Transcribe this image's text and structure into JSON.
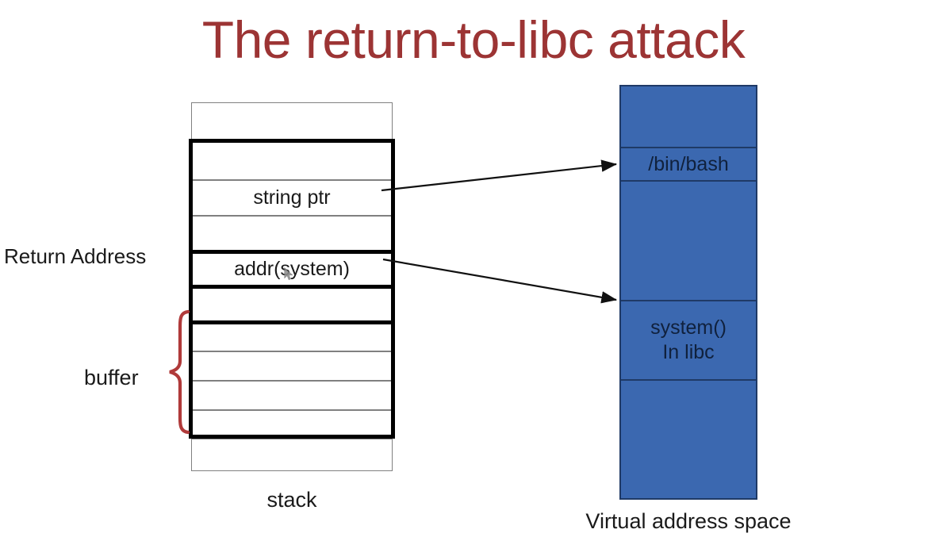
{
  "title": "The return-to-libc attack",
  "colors": {
    "title_red": "#9c3434",
    "brace_red": "#b03a3a",
    "vas_blue": "#3b68b0",
    "vas_border": "#1f3a66",
    "stack_thin_border": "#808080",
    "stack_thick_border": "#000000",
    "background": "#ffffff"
  },
  "stack": {
    "caption": "stack",
    "cells": [
      {
        "label": "",
        "name": "stack-cell-above-frame"
      },
      {
        "label": "",
        "name": "stack-cell-empty-1"
      },
      {
        "label": "string ptr",
        "name": "stack-cell-string-ptr"
      },
      {
        "label": "",
        "name": "stack-cell-empty-2"
      },
      {
        "label": "addr(system)",
        "name": "stack-cell-addr-system"
      },
      {
        "label": "",
        "name": "stack-cell-empty-3"
      },
      {
        "label": "",
        "name": "stack-cell-buffer-1"
      },
      {
        "label": "",
        "name": "stack-cell-buffer-2"
      },
      {
        "label": "",
        "name": "stack-cell-buffer-3"
      },
      {
        "label": "",
        "name": "stack-cell-buffer-4"
      },
      {
        "label": "",
        "name": "stack-cell-below-frame"
      }
    ]
  },
  "labels": {
    "return_address": "Return Address",
    "buffer": "buffer"
  },
  "virtual_address_space": {
    "caption": "Virtual address space",
    "bands": [
      {
        "label": "/bin/bash",
        "name": "vas-band-bin-bash"
      },
      {
        "label": "system()\nIn libc",
        "line1": "system()",
        "line2": "In libc",
        "name": "vas-band-system-libc"
      }
    ]
  },
  "arrows": [
    {
      "name": "arrow-string-ptr-to-bin-bash",
      "from": "string ptr",
      "to": "/bin/bash"
    },
    {
      "name": "arrow-addr-system-to-system-libc",
      "from": "addr(system)",
      "to": "system() In libc"
    }
  ]
}
